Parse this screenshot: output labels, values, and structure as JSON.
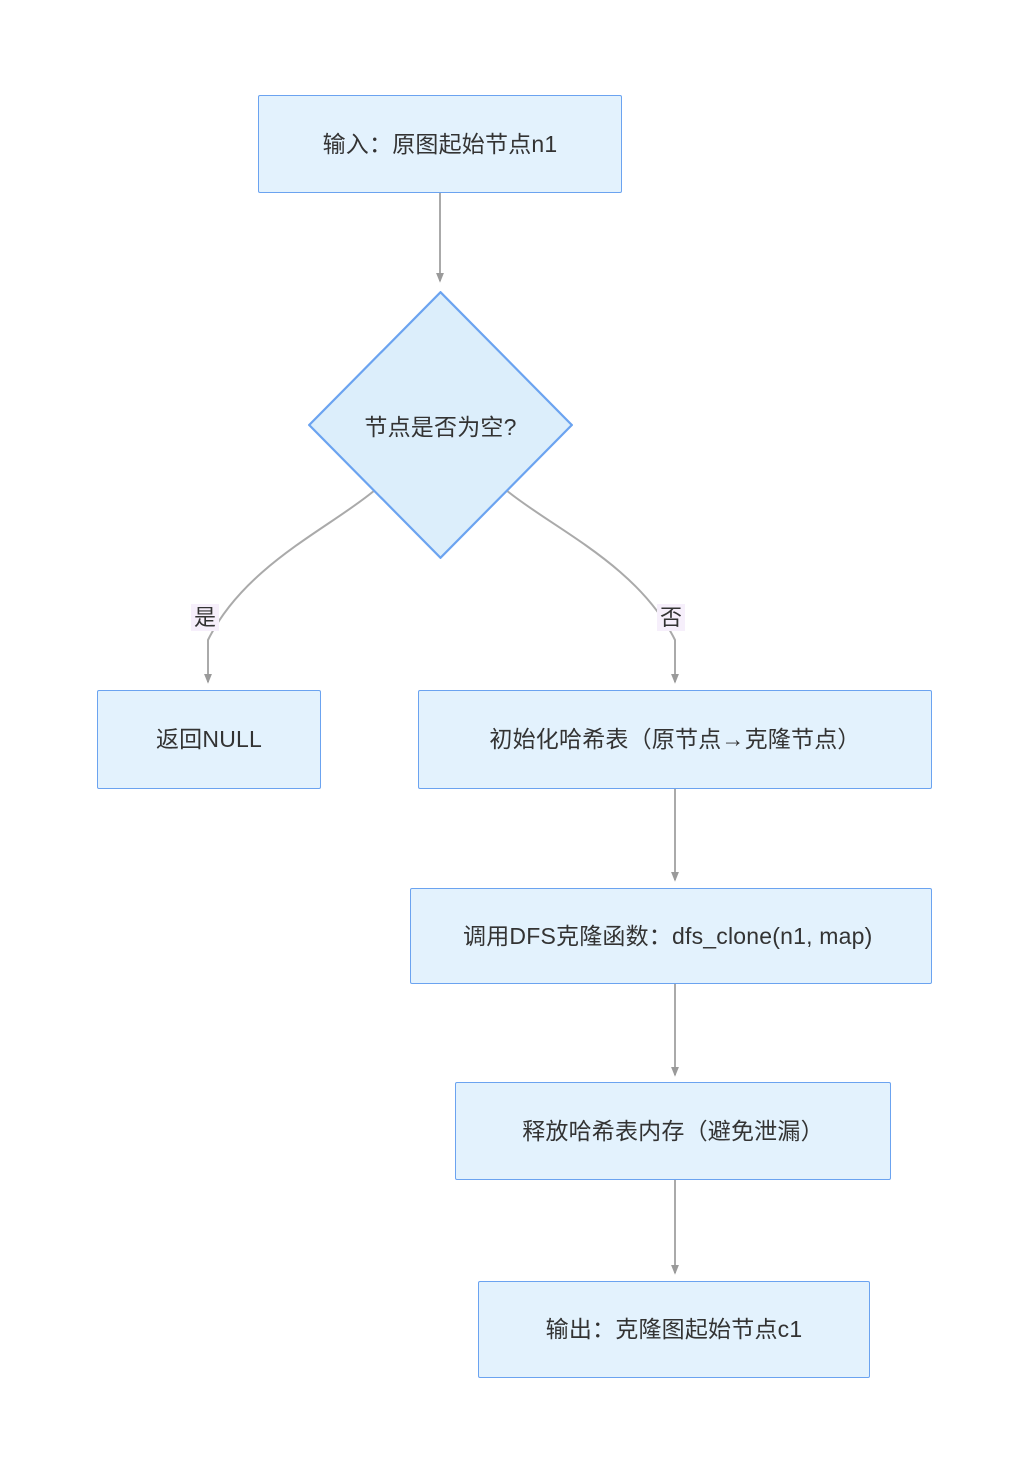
{
  "diagram": {
    "type": "flowchart",
    "direction": "top-down",
    "title": "",
    "background_color": "#ffffff",
    "node_fill_color": "#e3f2fd",
    "node_border_color": "#6ba3f0",
    "node_text_color": "#333333",
    "edge_color": "#a0a0a0",
    "edge_label_background": "#f6effb",
    "nodes": [
      {
        "id": "n_input",
        "shape": "rectangle",
        "label": "输入：原图起始节点n1"
      },
      {
        "id": "n_decision",
        "shape": "diamond",
        "label": "节点是否为空?"
      },
      {
        "id": "n_return_null",
        "shape": "rectangle",
        "label": "返回NULL"
      },
      {
        "id": "n_init_map",
        "shape": "rectangle",
        "label": "初始化哈希表（原节点→克隆节点）"
      },
      {
        "id": "n_dfs_call",
        "shape": "rectangle",
        "label": "调用DFS克隆函数：dfs_clone(n1, map)"
      },
      {
        "id": "n_free_map",
        "shape": "rectangle",
        "label": "释放哈希表内存（避免泄漏）"
      },
      {
        "id": "n_output",
        "shape": "rectangle",
        "label": "输出：克隆图起始节点c1"
      }
    ],
    "edges": [
      {
        "from": "n_input",
        "to": "n_decision",
        "label": ""
      },
      {
        "from": "n_decision",
        "to": "n_return_null",
        "label": "是"
      },
      {
        "from": "n_decision",
        "to": "n_init_map",
        "label": "否"
      },
      {
        "from": "n_init_map",
        "to": "n_dfs_call",
        "label": ""
      },
      {
        "from": "n_dfs_call",
        "to": "n_free_map",
        "label": ""
      },
      {
        "from": "n_free_map",
        "to": "n_output",
        "label": ""
      }
    ]
  }
}
